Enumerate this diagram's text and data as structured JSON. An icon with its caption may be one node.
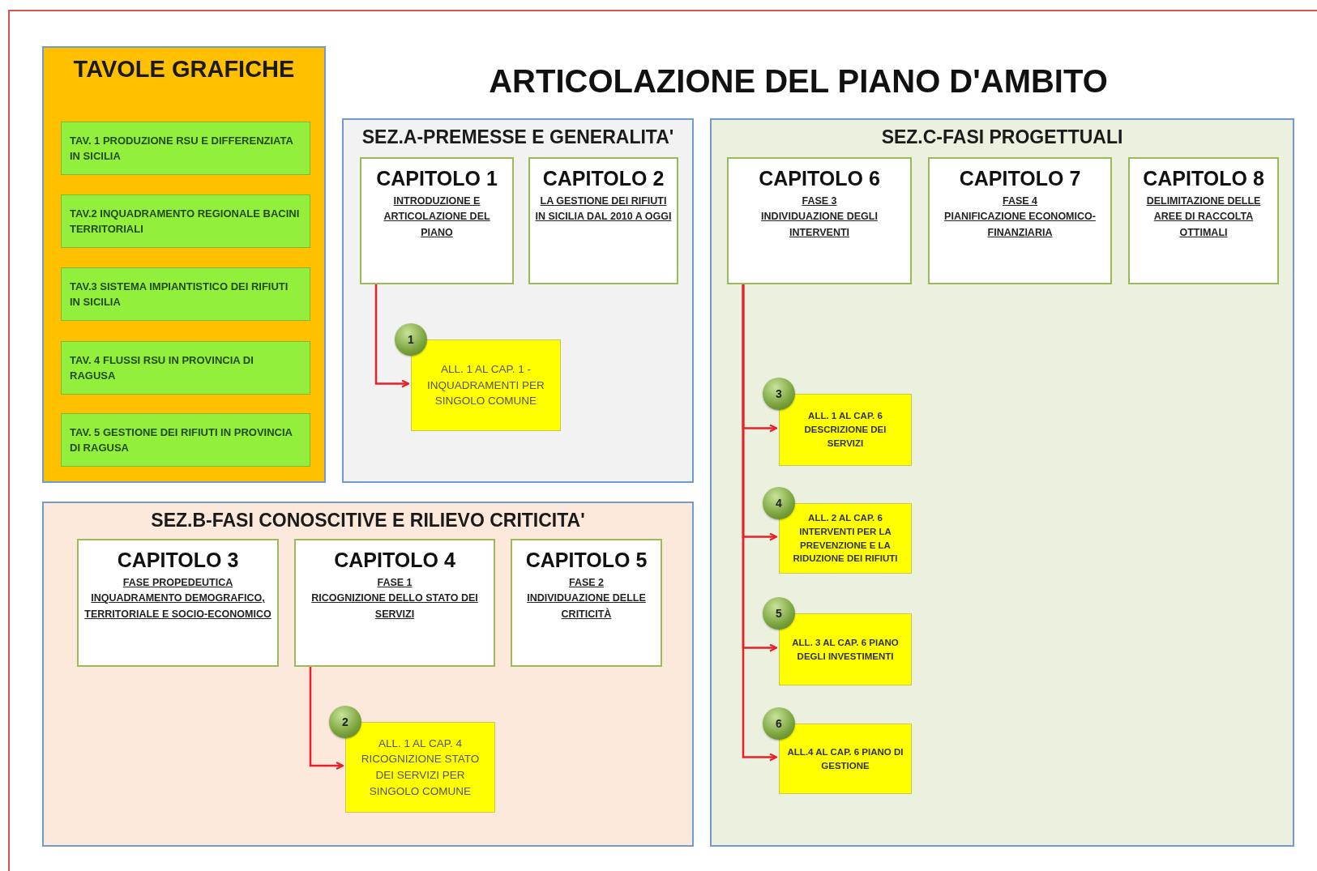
{
  "diagram": {
    "title": "ARTICOLAZIONE DEL PIANO D'AMBITO",
    "nodes": [
      {
        "text": [
          "TAVOLE GRAFICHE"
        ]
      },
      {
        "text": [
          "TAV. 1 PRODUZIONE RSU E DIFFERENZIATA IN SICILIA"
        ],
        "in": 0
      },
      {
        "text": [
          "TAV.2 INQUADRAMENTO REGIONALE BACINI TERRITORIALI"
        ],
        "in": 0
      },
      {
        "text": [
          "TAV.3 SISTEMA IMPIANTISTICO DEI RIFIUTI IN SICILIA"
        ],
        "in": 0
      },
      {
        "text": [
          "TAV. 4 FLUSSI RSU IN PROVINCIA DI RAGUSA"
        ],
        "in": 0
      },
      {
        "text": [
          "TAV. 5 GESTIONE DEI RIFIUTI IN PROVINCIA DI RAGUSA"
        ],
        "in": 0
      },
      {
        "text": [
          "SEZ.A-PREMESSE E GENERALITA'"
        ]
      },
      {
        "text": [
          "CAPITOLO 1",
          "INTRODUZIONE E ARTICOLAZIONE DEL PIANO"
        ],
        "in": 6
      },
      {
        "text": [
          "CAPITOLO 2",
          "LA GESTIONE DEI RIFIUTI IN SICILIA DAL 2010 A OGGI"
        ],
        "in": 6
      },
      {
        "text": [
          "ALL. 1 AL CAP. 1 - INQUADRAMENTI PER SINGOLO COMUNE"
        ],
        "beside": [
          "1"
        ],
        "in": 6
      },
      {
        "text": [
          "SEZ.C-FASI PROGETTUALI"
        ]
      },
      {
        "text": [
          "CAPITOLO 6",
          "FASE 3",
          "INDIVIDUAZIONE DEGLI INTERVENTI"
        ],
        "in": 10
      },
      {
        "text": [
          "CAPITOLO 7",
          "FASE 4",
          "PIANIFICAZIONE ECONOMICO-FINANZIARIA"
        ],
        "in": 10
      },
      {
        "text": [
          "CAPITOLO 8",
          "DELIMITAZIONE DELLE AREE DI RACCOLTA OTTIMALI"
        ],
        "in": 10
      },
      {
        "text": [
          "ALL. 1 AL CAP. 6 DESCRIZIONE DEI SERVIZI"
        ],
        "beside": [
          "3"
        ],
        "in": 10
      },
      {
        "text": [
          "ALL. 2 AL CAP. 6 INTERVENTI PER LA PREVENZIONE E LA RIDUZIONE DEI RIFIUTI"
        ],
        "beside": [
          "4"
        ],
        "in": 10
      },
      {
        "text": [
          "ALL. 3 AL CAP. 6 PIANO DEGLI INVESTIMENTI"
        ],
        "beside": [
          "5"
        ],
        "in": 10
      },
      {
        "text": [
          "ALL.4 AL CAP. 6 PIANO DI GESTIONE"
        ],
        "beside": [
          "6"
        ],
        "in": 10
      },
      {
        "text": [
          "SEZ.B-FASI CONOSCITIVE E RILIEVO CRITICITA'"
        ]
      },
      {
        "text": [
          "CAPITOLO 3",
          "FASE PROPEDEUTICA",
          "INQUADRAMENTO DEMOGRAFICO, TERRITORIALE E SOCIO-ECONOMICO"
        ],
        "in": 18
      },
      {
        "text": [
          "CAPITOLO 4",
          "FASE 1",
          "RICOGNIZIONE DELLO STATO DEI SERVIZI"
        ],
        "in": 18
      },
      {
        "text": [
          "CAPITOLO 5",
          "FASE 2",
          "INDIVIDUAZIONE DELLE CRITICITÀ"
        ],
        "in": 18
      },
      {
        "text": [
          "ALL. 1 AL CAP. 4 RICOGNIZIONE STATO DEI SERVIZI PER SINGOLO COMUNE"
        ],
        "beside": [
          "2"
        ],
        "in": 18
      }
    ],
    "edges": [
      {
        "from": 7,
        "to": 9,
        "arrow": "to"
      },
      {
        "from": 11,
        "to": 14,
        "arrow": "to"
      },
      {
        "from": 11,
        "to": 15,
        "arrow": "to"
      },
      {
        "from": 11,
        "to": 16,
        "arrow": "to"
      },
      {
        "from": 11,
        "to": 17,
        "arrow": "to"
      },
      {
        "from": 20,
        "to": 22,
        "arrow": "to"
      }
    ]
  }
}
